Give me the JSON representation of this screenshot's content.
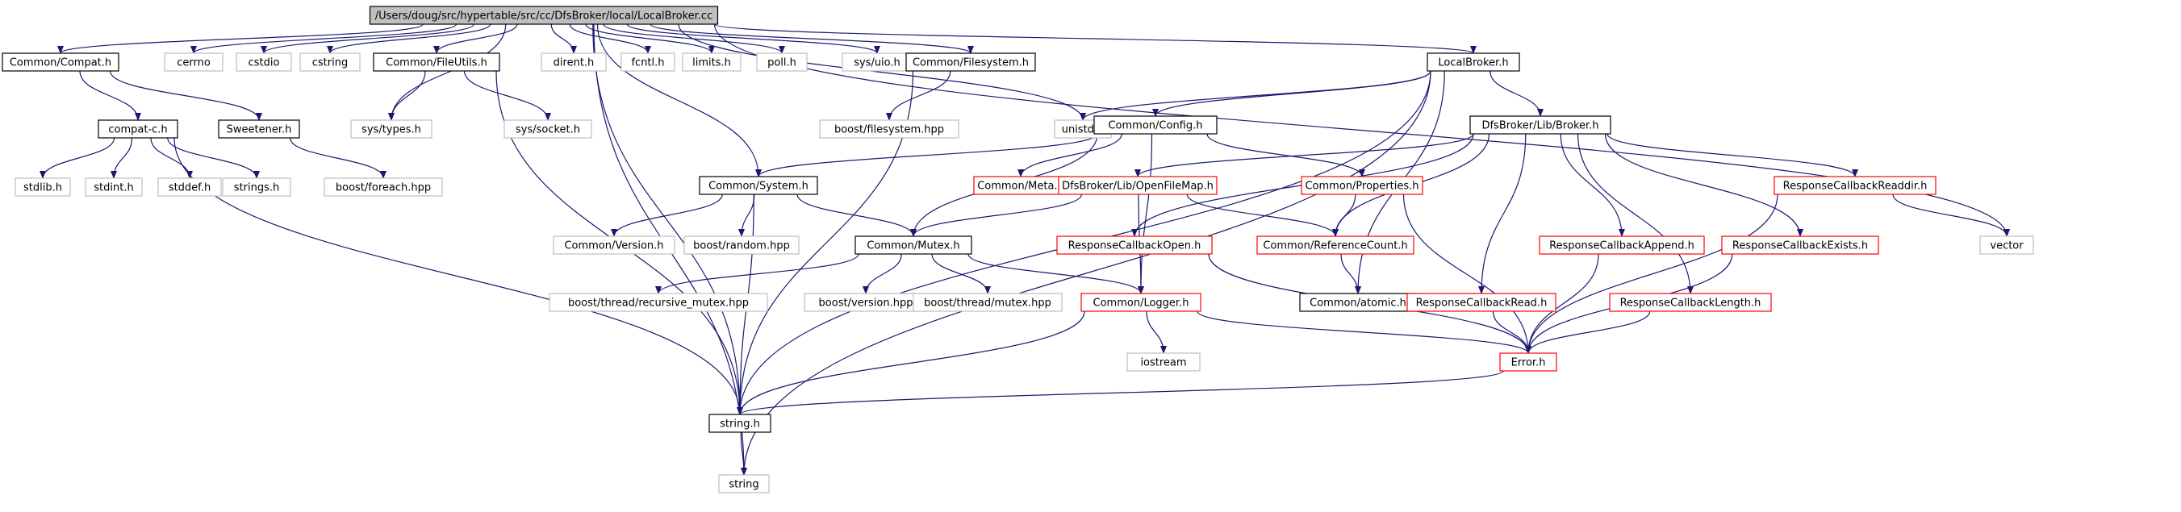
{
  "graph": {
    "nodes": [
      {
        "id": "root",
        "label": "/Users/doug/src/hypertable/src/cc/DfsBroker/local/LocalBroker.cc",
        "style": "root"
      },
      {
        "id": "compat",
        "label": "Common/Compat.h",
        "style": "doc"
      },
      {
        "id": "cerrno",
        "label": "cerrno",
        "style": "ext"
      },
      {
        "id": "cstdio",
        "label": "cstdio",
        "style": "ext"
      },
      {
        "id": "cstring",
        "label": "cstring",
        "style": "ext"
      },
      {
        "id": "fileutils",
        "label": "Common/FileUtils.h",
        "style": "doc"
      },
      {
        "id": "dirent",
        "label": "dirent.h",
        "style": "ext"
      },
      {
        "id": "fcntl",
        "label": "fcntl.h",
        "style": "ext"
      },
      {
        "id": "limits",
        "label": "limits.h",
        "style": "ext"
      },
      {
        "id": "poll",
        "label": "poll.h",
        "style": "ext"
      },
      {
        "id": "sysuio",
        "label": "sys/uio.h",
        "style": "ext"
      },
      {
        "id": "filesystem",
        "label": "Common/Filesystem.h",
        "style": "doc"
      },
      {
        "id": "localbroker",
        "label": "LocalBroker.h",
        "style": "doc"
      },
      {
        "id": "compatc",
        "label": "compat-c.h",
        "style": "doc"
      },
      {
        "id": "sweetener",
        "label": "Sweetener.h",
        "style": "doc"
      },
      {
        "id": "systypes",
        "label": "sys/types.h",
        "style": "ext"
      },
      {
        "id": "syssocket",
        "label": "sys/socket.h",
        "style": "ext"
      },
      {
        "id": "boostfs",
        "label": "boost/filesystem.hpp",
        "style": "ext"
      },
      {
        "id": "unistd",
        "label": "unistd.h",
        "style": "ext"
      },
      {
        "id": "config",
        "label": "Common/Config.h",
        "style": "doc"
      },
      {
        "id": "broker",
        "label": "DfsBroker/Lib/Broker.h",
        "style": "doc"
      },
      {
        "id": "stdlib",
        "label": "stdlib.h",
        "style": "ext"
      },
      {
        "id": "stdint",
        "label": "stdint.h",
        "style": "ext"
      },
      {
        "id": "stddef",
        "label": "stddef.h",
        "style": "ext"
      },
      {
        "id": "strings",
        "label": "strings.h",
        "style": "ext"
      },
      {
        "id": "boostforeach",
        "label": "boost/foreach.hpp",
        "style": "ext"
      },
      {
        "id": "system",
        "label": "Common/System.h",
        "style": "doc"
      },
      {
        "id": "meta",
        "label": "Common/Meta.h",
        "style": "trunc"
      },
      {
        "id": "openfilemap",
        "label": "DfsBroker/Lib/OpenFileMap.h",
        "style": "trunc"
      },
      {
        "id": "properties",
        "label": "Common/Properties.h",
        "style": "trunc"
      },
      {
        "id": "readdir",
        "label": "ResponseCallbackReaddir.h",
        "style": "trunc"
      },
      {
        "id": "vector",
        "label": "vector",
        "style": "ext"
      },
      {
        "id": "version",
        "label": "Common/Version.h",
        "style": "ext"
      },
      {
        "id": "boostrandom",
        "label": "boost/random.hpp",
        "style": "ext"
      },
      {
        "id": "mutex",
        "label": "Common/Mutex.h",
        "style": "doc"
      },
      {
        "id": "cbopen",
        "label": "ResponseCallbackOpen.h",
        "style": "trunc"
      },
      {
        "id": "refcount",
        "label": "Common/ReferenceCount.h",
        "style": "trunc"
      },
      {
        "id": "cbappend",
        "label": "ResponseCallbackAppend.h",
        "style": "trunc"
      },
      {
        "id": "cbexists",
        "label": "ResponseCallbackExists.h",
        "style": "trunc"
      },
      {
        "id": "recmutex",
        "label": "boost/thread/recursive_mutex.hpp",
        "style": "ext"
      },
      {
        "id": "boostversion",
        "label": "boost/version.hpp",
        "style": "ext"
      },
      {
        "id": "boostmutex",
        "label": "boost/thread/mutex.hpp",
        "style": "ext"
      },
      {
        "id": "logger",
        "label": "Common/Logger.h",
        "style": "trunc"
      },
      {
        "id": "atomic",
        "label": "Common/atomic.h",
        "style": "doc"
      },
      {
        "id": "cbread",
        "label": "ResponseCallbackRead.h",
        "style": "trunc"
      },
      {
        "id": "cblength",
        "label": "ResponseCallbackLength.h",
        "style": "trunc"
      },
      {
        "id": "iostream",
        "label": "iostream",
        "style": "ext"
      },
      {
        "id": "error",
        "label": "Error.h",
        "style": "trunc"
      },
      {
        "id": "stringh",
        "label": "string.h",
        "style": "doc"
      },
      {
        "id": "string",
        "label": "string",
        "style": "ext"
      }
    ],
    "edges": [
      [
        "root",
        "compat"
      ],
      [
        "root",
        "cerrno"
      ],
      [
        "root",
        "cstdio"
      ],
      [
        "root",
        "cstring"
      ],
      [
        "root",
        "fileutils"
      ],
      [
        "root",
        "dirent"
      ],
      [
        "root",
        "fcntl"
      ],
      [
        "root",
        "limits"
      ],
      [
        "root",
        "poll"
      ],
      [
        "root",
        "sysuio"
      ],
      [
        "root",
        "filesystem"
      ],
      [
        "root",
        "localbroker"
      ],
      [
        "root",
        "systypes"
      ],
      [
        "root",
        "unistd"
      ],
      [
        "root",
        "system"
      ],
      [
        "root",
        "vector"
      ],
      [
        "root",
        "stringh"
      ],
      [
        "root",
        "string"
      ],
      [
        "compat",
        "compatc"
      ],
      [
        "compat",
        "sweetener"
      ],
      [
        "compatc",
        "stdlib"
      ],
      [
        "compatc",
        "stdint"
      ],
      [
        "compatc",
        "stddef"
      ],
      [
        "compatc",
        "strings"
      ],
      [
        "compatc",
        "stringh"
      ],
      [
        "sweetener",
        "boostforeach"
      ],
      [
        "fileutils",
        "systypes"
      ],
      [
        "fileutils",
        "syssocket"
      ],
      [
        "fileutils",
        "stringh"
      ],
      [
        "filesystem",
        "boostfs"
      ],
      [
        "filesystem",
        "stringh"
      ],
      [
        "localbroker",
        "unistd"
      ],
      [
        "localbroker",
        "config"
      ],
      [
        "localbroker",
        "broker"
      ],
      [
        "localbroker",
        "atomic"
      ],
      [
        "localbroker",
        "stringh"
      ],
      [
        "localbroker",
        "string"
      ],
      [
        "config",
        "system"
      ],
      [
        "config",
        "meta"
      ],
      [
        "config",
        "properties"
      ],
      [
        "config",
        "mutex"
      ],
      [
        "config",
        "logger"
      ],
      [
        "broker",
        "openfilemap"
      ],
      [
        "broker",
        "readdir"
      ],
      [
        "broker",
        "cbopen"
      ],
      [
        "broker",
        "refcount"
      ],
      [
        "broker",
        "cbappend"
      ],
      [
        "broker",
        "cbexists"
      ],
      [
        "broker",
        "cbread"
      ],
      [
        "broker",
        "cblength"
      ],
      [
        "system",
        "version"
      ],
      [
        "system",
        "boostrandom"
      ],
      [
        "system",
        "mutex"
      ],
      [
        "system",
        "stringh"
      ],
      [
        "openfilemap",
        "refcount"
      ],
      [
        "openfilemap",
        "mutex"
      ],
      [
        "openfilemap",
        "logger"
      ],
      [
        "properties",
        "refcount"
      ],
      [
        "properties",
        "error"
      ],
      [
        "refcount",
        "atomic"
      ],
      [
        "mutex",
        "recmutex"
      ],
      [
        "mutex",
        "boostversion"
      ],
      [
        "mutex",
        "boostmutex"
      ],
      [
        "mutex",
        "logger"
      ],
      [
        "cbopen",
        "error"
      ],
      [
        "cbappend",
        "error"
      ],
      [
        "cbexists",
        "error"
      ],
      [
        "cbread",
        "error"
      ],
      [
        "cblength",
        "error"
      ],
      [
        "readdir",
        "vector"
      ],
      [
        "readdir",
        "error"
      ],
      [
        "logger",
        "iostream"
      ],
      [
        "logger",
        "error"
      ],
      [
        "logger",
        "stringh"
      ],
      [
        "error",
        "stringh"
      ],
      [
        "stringh",
        "string"
      ]
    ]
  }
}
